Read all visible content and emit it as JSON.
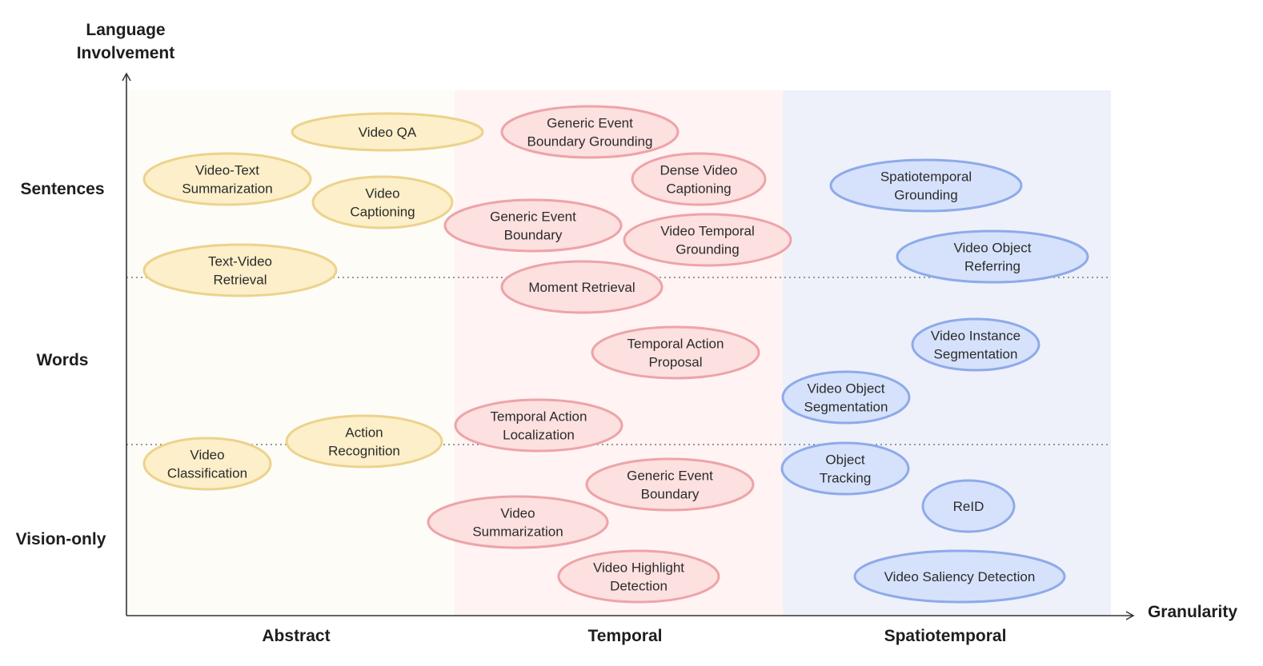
{
  "y_axis_title": [
    "Language",
    "Involvement"
  ],
  "x_axis_title": "Granularity",
  "y_levels": [
    "Sentences",
    "Words",
    "Vision-only"
  ],
  "x_categories": [
    "Abstract",
    "Temporal",
    "Spatiotemporal"
  ],
  "colors": {
    "abstract_band": "#fefcf7",
    "temporal_band": "#fff3f3",
    "spatiotemporal_band": "#eef1fa",
    "abstract_fill": "#fcefc9",
    "abstract_stroke": "#ecd38c",
    "temporal_fill": "#fde0e0",
    "temporal_stroke": "#eda4a8",
    "spatiotemporal_fill": "#d6e2fb",
    "spatiotemporal_stroke": "#8eaaea"
  },
  "tasks": {
    "abstract": [
      [
        "Video QA"
      ],
      [
        "Video-Text",
        "Summarization"
      ],
      [
        "Video",
        "Captioning"
      ],
      [
        "Text-Video",
        "Retrieval"
      ],
      [
        "Action",
        "Recognition"
      ],
      [
        "Video",
        "Classification"
      ]
    ],
    "temporal": [
      [
        "Generic Event",
        "Boundary Grounding"
      ],
      [
        "Dense Video",
        "Captioning"
      ],
      [
        "Generic Event",
        "Boundary"
      ],
      [
        "Video Temporal",
        "Grounding"
      ],
      [
        "Moment Retrieval"
      ],
      [
        "Temporal Action",
        "Proposal"
      ],
      [
        "Temporal Action",
        "Localization"
      ],
      [
        "Generic Event",
        "Boundary"
      ],
      [
        "Video",
        "Summarization"
      ],
      [
        "Video Highlight",
        "Detection"
      ]
    ],
    "spatiotemporal": [
      [
        "Spatiotemporal",
        "Grounding"
      ],
      [
        "Video Object",
        "Referring"
      ],
      [
        "Video Instance",
        "Segmentation"
      ],
      [
        "Video Object",
        "Segmentation"
      ],
      [
        "Object",
        "Tracking"
      ],
      [
        "ReID"
      ],
      [
        "Video Saliency Detection"
      ]
    ]
  }
}
